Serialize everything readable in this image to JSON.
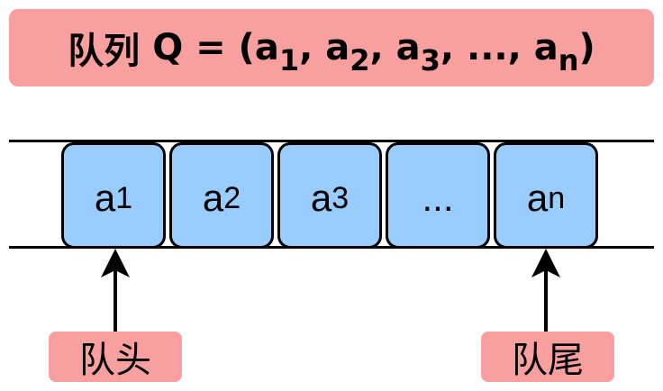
{
  "title": {
    "queue_word": "队列",
    "prefix": "Q = (",
    "items": [
      {
        "base": "a",
        "sub": "1"
      },
      {
        "base": "a",
        "sub": "2"
      },
      {
        "base": "a",
        "sub": "3"
      },
      {
        "ellipsis": "..."
      },
      {
        "base": "a",
        "sub": "n"
      }
    ],
    "separator": ", ",
    "suffix": ")"
  },
  "cells": [
    {
      "base": "a",
      "sub": "1"
    },
    {
      "base": "a",
      "sub": "2"
    },
    {
      "base": "a",
      "sub": "3"
    },
    {
      "text": "..."
    },
    {
      "base": "a",
      "sub": "n"
    }
  ],
  "labels": {
    "head": "队头",
    "tail": "队尾"
  },
  "colors": {
    "title_bg": "#f8a0a0",
    "cell_fill": "#99ccff",
    "label_bg": "#f8a0a0",
    "stroke": "#000000"
  }
}
